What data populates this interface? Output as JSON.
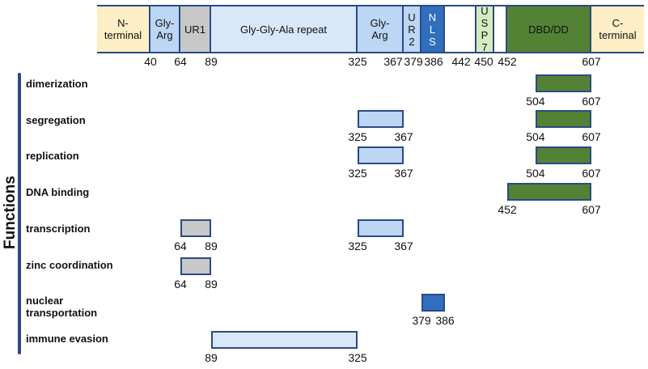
{
  "colors": {
    "cream": "#fdeec5",
    "light_blue": "#bcd6f3",
    "pale_blue": "#d9e8f9",
    "gray": "#c8c8c8",
    "mid_blue": "#2f6fbd",
    "white": "#ffffff",
    "light_green": "#d4ecc0",
    "dark_green": "#548235",
    "outline": "#2b4a86"
  },
  "domains": [
    {
      "label": "N-\nterminal",
      "start": 1,
      "end": 40,
      "color": "cream"
    },
    {
      "label": "Gly-\nArg",
      "start": 40,
      "end": 64,
      "color": "light_blue"
    },
    {
      "label": "UR1",
      "start": 64,
      "end": 89,
      "color": "gray"
    },
    {
      "label": "Gly-Gly-Ala  repeat",
      "start": 89,
      "end": 325,
      "color": "pale_blue"
    },
    {
      "label": "Gly-\nArg",
      "start": 325,
      "end": 367,
      "color": "light_blue"
    },
    {
      "label": "U\nR\n2",
      "start": 367,
      "end": 379,
      "color": "light_blue"
    },
    {
      "label": "N\nL\nS",
      "start": 379,
      "end": 386,
      "color": "mid_blue",
      "text_color": "#ffffff"
    },
    {
      "label": "",
      "start": 386,
      "end": 442,
      "color": "white"
    },
    {
      "label": "U\nS\nP\n7",
      "start": 442,
      "end": 450,
      "color": "light_green"
    },
    {
      "label": "",
      "start": 450,
      "end": 452,
      "color": "white"
    },
    {
      "label": "DBD/DD",
      "start": 452,
      "end": 607,
      "color": "dark_green"
    },
    {
      "label": "C-\nterminal",
      "start": 607,
      "end": 641,
      "color": "cream"
    }
  ],
  "positions": [
    "40",
    "64",
    "89",
    "325",
    "367",
    "379",
    "386",
    "442",
    "450",
    "452",
    "607"
  ],
  "functions_title": "Functions",
  "functions": [
    {
      "label": "dimerization",
      "bars": [
        {
          "start": 504,
          "end": 607,
          "color": "dark_green",
          "labels": [
            "504",
            "607"
          ]
        }
      ]
    },
    {
      "label": "segregation",
      "bars": [
        {
          "start": 325,
          "end": 367,
          "color": "light_blue",
          "labels": [
            "325",
            "367"
          ]
        },
        {
          "start": 504,
          "end": 607,
          "color": "dark_green",
          "labels": [
            "504",
            "607"
          ]
        }
      ]
    },
    {
      "label": "replication",
      "bars": [
        {
          "start": 325,
          "end": 367,
          "color": "light_blue",
          "labels": [
            "325",
            "367"
          ]
        },
        {
          "start": 504,
          "end": 607,
          "color": "dark_green",
          "labels": [
            "504",
            "607"
          ]
        }
      ]
    },
    {
      "label": "DNA binding",
      "bars": [
        {
          "start": 452,
          "end": 607,
          "color": "dark_green",
          "labels": [
            "452",
            "607"
          ]
        }
      ]
    },
    {
      "label": "transcription",
      "bars": [
        {
          "start": 64,
          "end": 89,
          "color": "gray",
          "labels": [
            "64",
            "89"
          ]
        },
        {
          "start": 325,
          "end": 367,
          "color": "light_blue",
          "labels": [
            "325",
            "367"
          ]
        }
      ]
    },
    {
      "label": "zinc coordination",
      "bars": [
        {
          "start": 64,
          "end": 89,
          "color": "gray",
          "labels": [
            "64",
            "89"
          ]
        }
      ]
    },
    {
      "label": "nuclear\ntransportation",
      "bars": [
        {
          "start": 379,
          "end": 386,
          "color": "mid_blue",
          "labels": [
            "379",
            "386"
          ]
        }
      ]
    },
    {
      "label": "immune  evasion",
      "bars": [
        {
          "start": 89,
          "end": 325,
          "color": "pale_blue",
          "labels": [
            "89",
            "325"
          ]
        }
      ]
    }
  ]
}
